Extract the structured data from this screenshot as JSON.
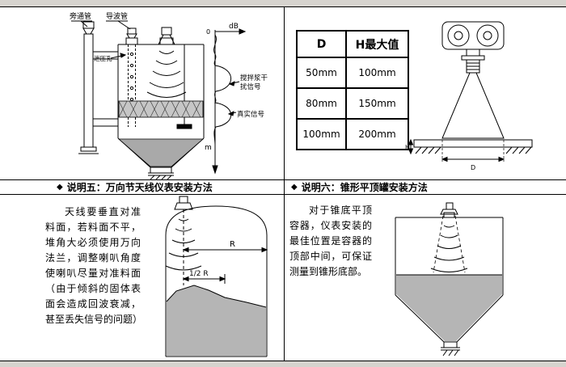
{
  "colors": {
    "line": "#000000",
    "material_gray": "#b5b5b5",
    "frame_gray": "#d6d3ce"
  },
  "diagram_bypass": {
    "bypass_pipe": "旁通管",
    "waveguide_pipe": "导波管",
    "relief_hole": "泄压孔",
    "axis_zero": "0",
    "axis_db": "dB",
    "axis_m": "m",
    "stirrer_signal_line1": "搅拌浆干",
    "stirrer_signal_line2": "扰信号",
    "true_signal": "真实信号"
  },
  "spec_table": {
    "header_d": "D",
    "header_h": "H最大值",
    "rows": [
      {
        "d": "50mm",
        "h": "100mm"
      },
      {
        "d": "80mm",
        "h": "150mm"
      },
      {
        "d": "100mm",
        "h": "200mm"
      }
    ]
  },
  "diagram_mount": {
    "dim_h": "H",
    "dim_d": "D"
  },
  "section_five": {
    "bullet": "◆",
    "title": "说明五：万向节天线仪表安装方法",
    "body": "天线要垂直对准料面，若料面不平，堆角大必须使用万向法兰，调整喇叭角度使喇叭尽量对准料面（由于倾斜的固体表面会造成回波衰减，甚至丢失信号的问题）",
    "dim_r": "R",
    "dim_half_r": "1/2 R"
  },
  "section_six": {
    "bullet": "◆",
    "title": "说明六：锥形平顶罐安装方法",
    "body": "对于锥底平顶容器，仪表安装的最佳位置是容器的顶部中间，可保证测量到锥形底部。"
  }
}
